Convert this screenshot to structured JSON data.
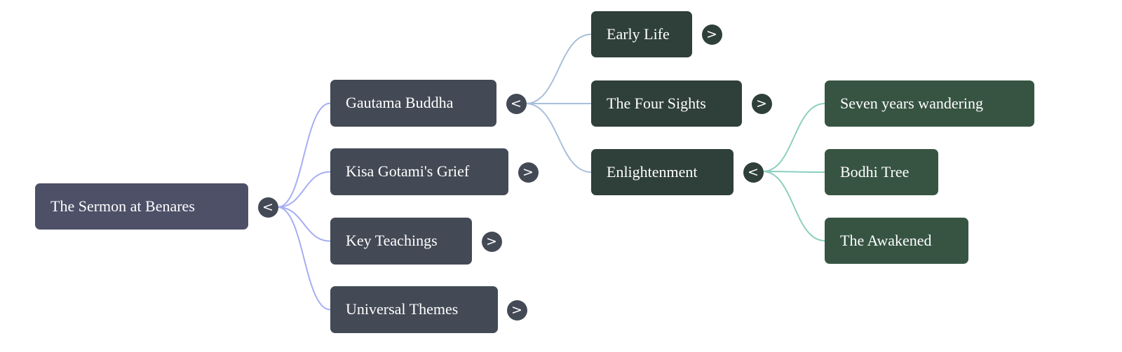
{
  "colors": {
    "root": "#4e5068",
    "level1": "#434a55",
    "level2": "#2f3f3a",
    "level3": "#375443",
    "edge_root": "#a5aef2",
    "edge_level1": "#a8bfd8",
    "edge_level2": "#8dcfbf"
  },
  "root": {
    "label": "The Sermon at Benares",
    "toggle": "<"
  },
  "level1": [
    {
      "label": "Gautama Buddha",
      "toggle": "<"
    },
    {
      "label": "Kisa Gotami's Grief",
      "toggle": ">"
    },
    {
      "label": "Key Teachings",
      "toggle": ">"
    },
    {
      "label": "Universal Themes",
      "toggle": ">"
    }
  ],
  "level2": [
    {
      "label": "Early Life",
      "toggle": ">"
    },
    {
      "label": "The Four Sights",
      "toggle": ">"
    },
    {
      "label": "Enlightenment",
      "toggle": "<"
    }
  ],
  "level3": [
    {
      "label": "Seven years wandering"
    },
    {
      "label": "Bodhi Tree"
    },
    {
      "label": "The Awakened"
    }
  ]
}
